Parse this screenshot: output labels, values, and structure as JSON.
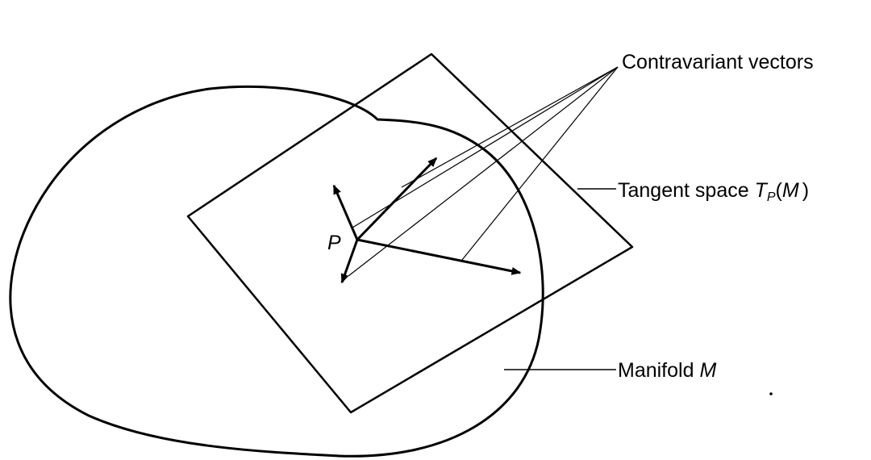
{
  "labels": {
    "contravariant": "Contravariant vectors",
    "tangent_prefix": "Tangent space ",
    "tangent_T": "T",
    "tangent_sub": "P",
    "tangent_open": "(",
    "tangent_M": "M",
    "tangent_close": ")",
    "manifold_prefix": "Manifold ",
    "manifold_M": "M",
    "point": "P"
  },
  "colors": {
    "ink": "#000000",
    "background": "#ffffff"
  }
}
